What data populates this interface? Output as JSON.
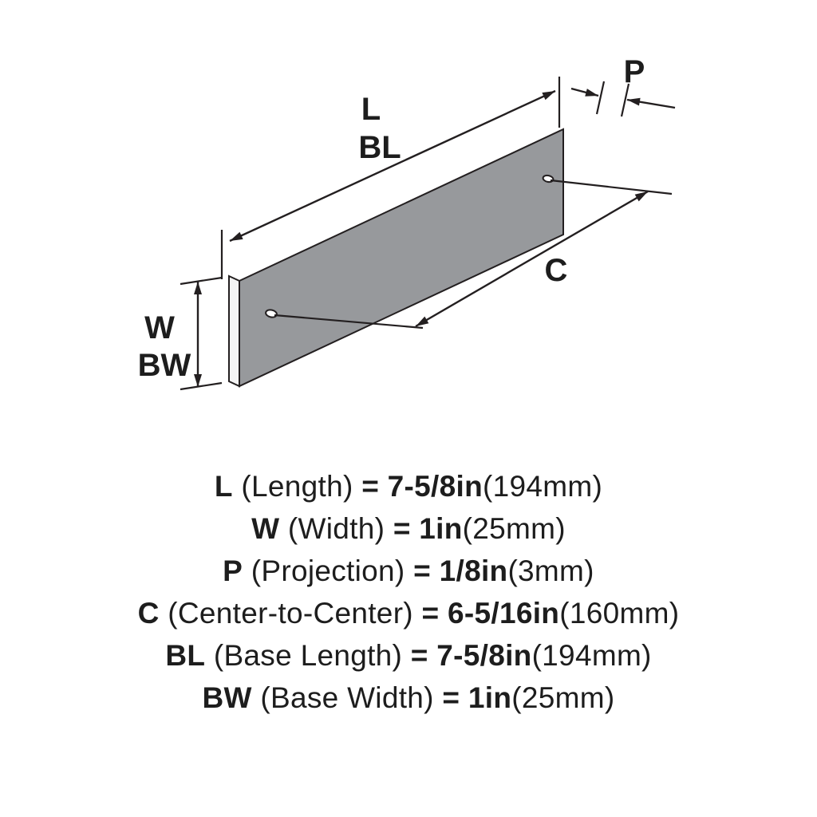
{
  "diagram": {
    "labels": {
      "l": "L",
      "bl": "BL",
      "p": "P",
      "c": "C",
      "w": "W",
      "bw": "BW"
    },
    "colors": {
      "background": "#ffffff",
      "line": "#231f20",
      "plate_face": "#97999c",
      "plate_edge": "#f4f4f4",
      "text": "#1d1d1d"
    }
  },
  "legend": {
    "rows": [
      {
        "abbr": "L",
        "label": "(Length)",
        "value": "= 7-5/8in",
        "metric": "(194mm)"
      },
      {
        "abbr": "W",
        "label": "(Width)",
        "value": "= 1in",
        "metric": "(25mm)"
      },
      {
        "abbr": "P",
        "label": "(Projection)",
        "value": "= 1/8in",
        "metric": "(3mm)"
      },
      {
        "abbr": "C",
        "label": "(Center-to-Center)",
        "value": "= 6-5/16in",
        "metric": "(160mm)"
      },
      {
        "abbr": "BL",
        "label": "(Base Length)",
        "value": "= 7-5/8in",
        "metric": "(194mm)"
      },
      {
        "abbr": "BW",
        "label": "(Base Width)",
        "value": "= 1in",
        "metric": "(25mm)"
      }
    ]
  }
}
